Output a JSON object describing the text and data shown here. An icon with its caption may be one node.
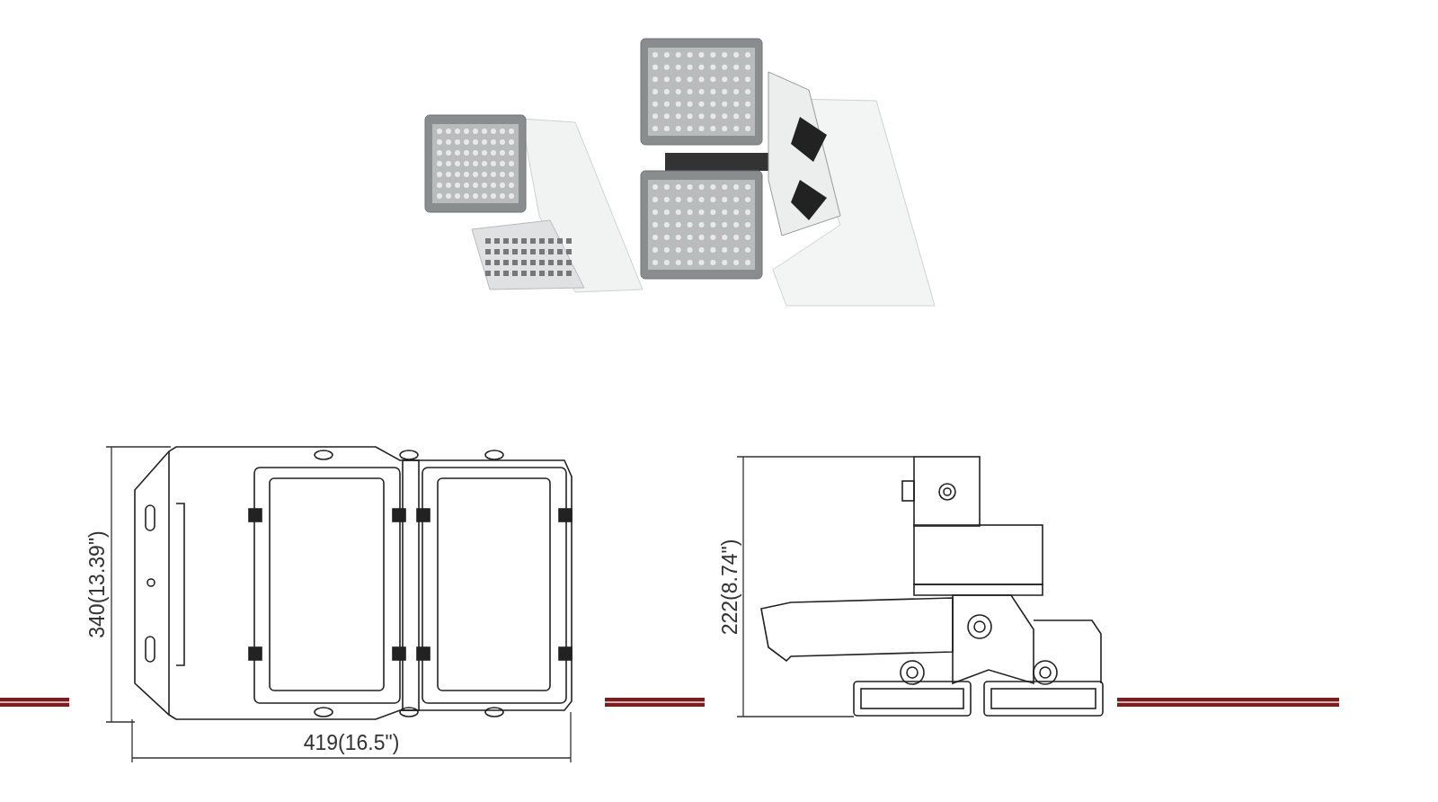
{
  "diagram": {
    "labels": [
      "340(13.39\")",
      "419(16.5\")",
      "222(8.74\")"
    ]
  }
}
